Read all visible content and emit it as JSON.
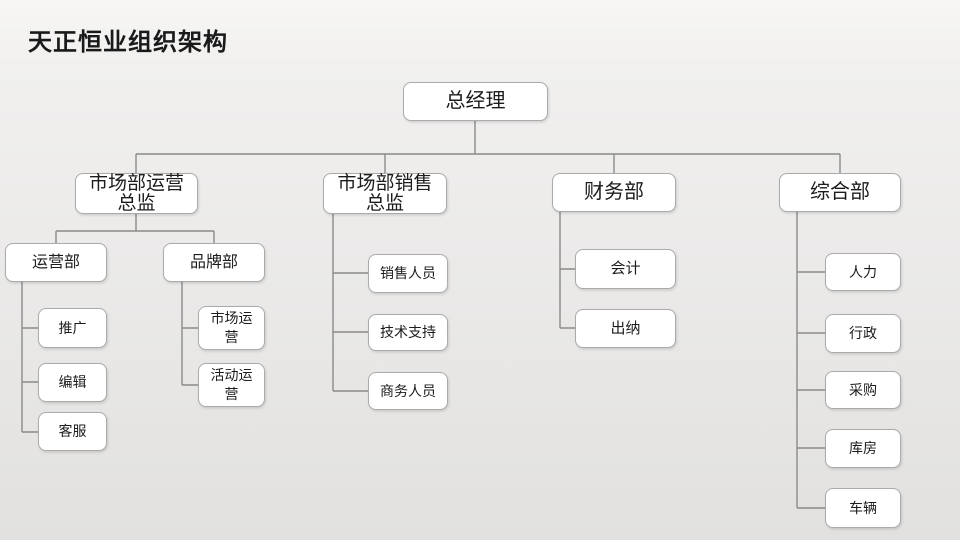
{
  "title": "天正恒业组织架构",
  "colors": {
    "background_top": "#f7f6f5",
    "background_bottom": "#e2e1df",
    "box_fill": "#ffffff",
    "box_border": "#ababab",
    "connector": "#8a8a8a",
    "text": "#1c1c1c"
  },
  "org": {
    "root": {
      "label": "总经理",
      "children": [
        {
          "label": "市场部运营\n总监",
          "children": [
            {
              "label": "运营部",
              "children": [
                {
                  "label": "推广"
                },
                {
                  "label": "编辑"
                },
                {
                  "label": "客服"
                }
              ]
            },
            {
              "label": "品牌部",
              "children": [
                {
                  "label": "市场运\n营"
                },
                {
                  "label": "活动运\n营"
                }
              ]
            }
          ]
        },
        {
          "label": "市场部销售\n总监",
          "children": [
            {
              "label": "销售人员"
            },
            {
              "label": "技术支持"
            },
            {
              "label": "商务人员"
            }
          ]
        },
        {
          "label": "财务部",
          "children": [
            {
              "label": "会计"
            },
            {
              "label": "出纳"
            }
          ]
        },
        {
          "label": "综合部",
          "children": [
            {
              "label": "人力"
            },
            {
              "label": "行政"
            },
            {
              "label": "采购"
            },
            {
              "label": "库房"
            },
            {
              "label": "车辆"
            }
          ]
        }
      ]
    }
  }
}
